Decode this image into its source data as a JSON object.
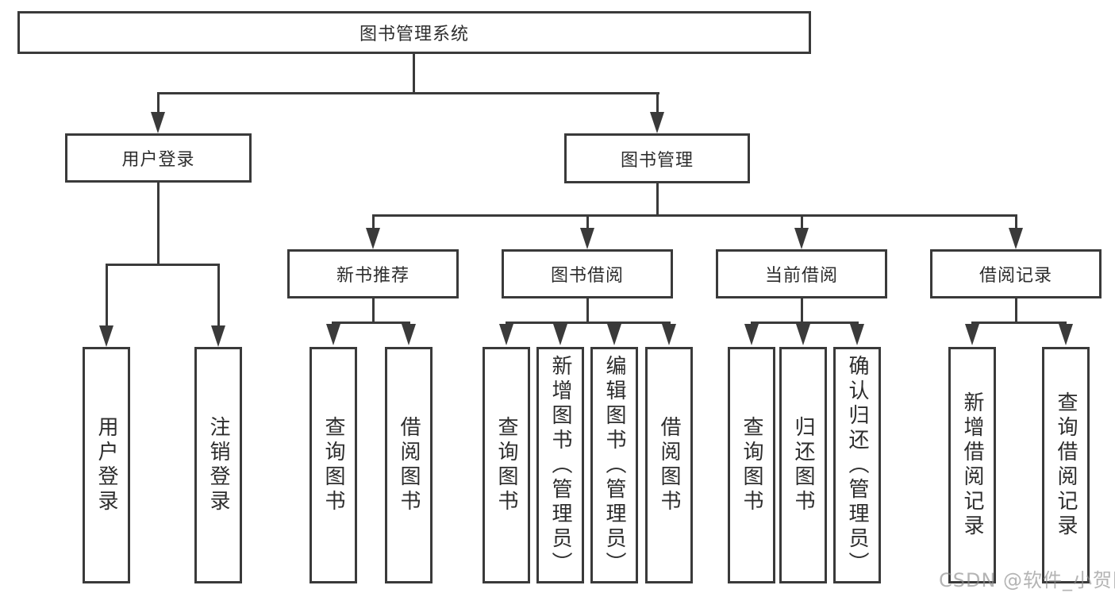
{
  "diagram": {
    "type": "hierarchy-structure-chart",
    "colors": {
      "line": "#3a3a3a",
      "text": "#2d2d2d",
      "box_background": "#ffffff",
      "watermark": "#8c8c8c"
    },
    "tree": {
      "label": "图书管理系统",
      "children": [
        {
          "label": "用户登录",
          "children": [
            {
              "label": "用户登录"
            },
            {
              "label": "注销登录"
            }
          ]
        },
        {
          "label": "图书管理",
          "children": [
            {
              "label": "新书推荐",
              "children": [
                {
                  "label": "查询图书"
                },
                {
                  "label": "借阅图书"
                }
              ]
            },
            {
              "label": "图书借阅",
              "children": [
                {
                  "label": "查询图书"
                },
                {
                  "label": "新增图书（管理员）"
                },
                {
                  "label": "编辑图书（管理员）"
                },
                {
                  "label": "借阅图书"
                }
              ]
            },
            {
              "label": "当前借阅",
              "children": [
                {
                  "label": "查询图书"
                },
                {
                  "label": "归还图书"
                },
                {
                  "label": "确认归还（管理员）"
                }
              ]
            },
            {
              "label": "借阅记录",
              "children": [
                {
                  "label": "新增借阅记录"
                },
                {
                  "label": "查询借阅记录"
                }
              ]
            }
          ]
        }
      ]
    },
    "watermark": {
      "text": "CSDN @软件_小贺同学"
    }
  }
}
